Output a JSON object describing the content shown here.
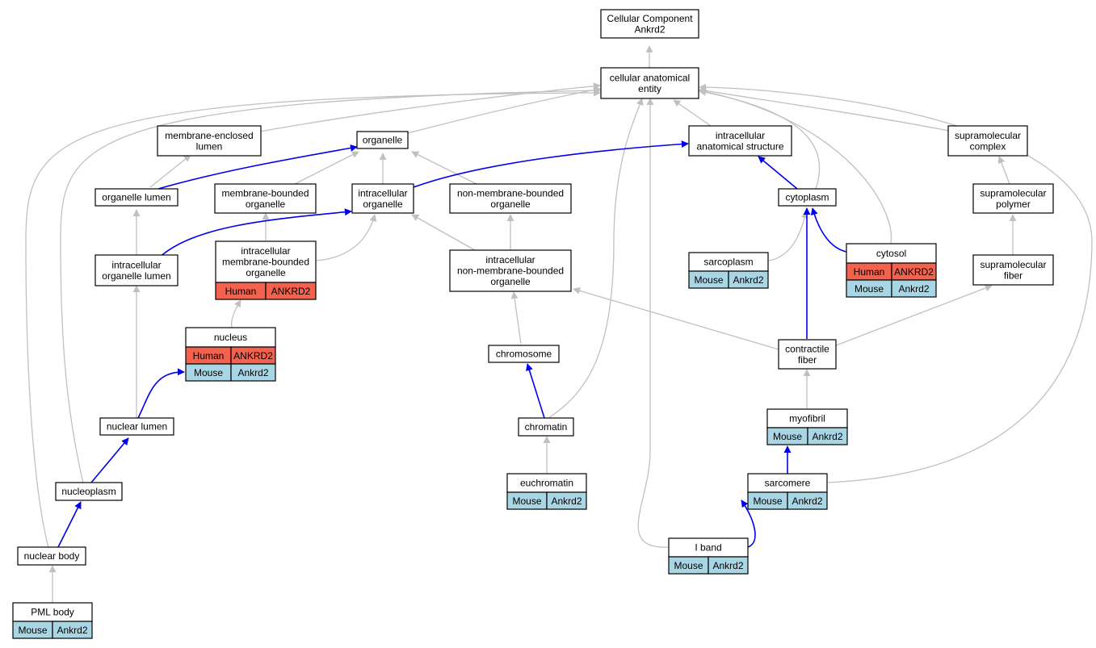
{
  "colors": {
    "human": "#f4614c",
    "mouse": "#a9d6e5",
    "edge_gray": "#c0c0c0",
    "edge_blue": "#0000ee"
  },
  "nodes": {
    "root": [
      "Cellular Component",
      "Ankrd2"
    ],
    "cae": [
      "cellular anatomical",
      "entity"
    ],
    "mel": [
      "membrane-enclosed",
      "lumen"
    ],
    "organelle": [
      "organelle"
    ],
    "ias": [
      "intracellular",
      "anatomical structure"
    ],
    "supcx": [
      "supramolecular",
      "complex"
    ],
    "orglumen": [
      "organelle lumen"
    ],
    "mbo": [
      "membrane-bounded",
      "organelle"
    ],
    "io": [
      "intracellular",
      "organelle"
    ],
    "nmbo": [
      "non-membrane-bounded",
      "organelle"
    ],
    "cytoplasm": [
      "cytoplasm"
    ],
    "suppoly": [
      "supramolecular",
      "polymer"
    ],
    "iol": [
      "intracellular",
      "organelle lumen"
    ],
    "imbo": [
      "intracellular",
      "membrane-bounded",
      "organelle"
    ],
    "inmbo": [
      "intracellular",
      "non-membrane-bounded",
      "organelle"
    ],
    "sarcoplasm": [
      "sarcoplasm"
    ],
    "cytosol": [
      "cytosol"
    ],
    "supfib": [
      "supramolecular",
      "fiber"
    ],
    "nucleus": [
      "nucleus"
    ],
    "chromosome": [
      "chromosome"
    ],
    "contractile": [
      "contractile",
      "fiber"
    ],
    "nuclumen": [
      "nuclear lumen"
    ],
    "chromatin": [
      "chromatin"
    ],
    "myofibril": [
      "myofibril"
    ],
    "nucleoplasm": [
      "nucleoplasm"
    ],
    "euchromatin": [
      "euchromatin"
    ],
    "sarcomere": [
      "sarcomere"
    ],
    "nucbody": [
      "nuclear body"
    ],
    "iband": [
      "I band"
    ],
    "pml": [
      "PML body"
    ]
  },
  "species_rows": {
    "imbo": [
      [
        "Human",
        "ANKRD2"
      ]
    ],
    "nucleus": [
      [
        "Human",
        "ANKRD2"
      ],
      [
        "Mouse",
        "Ankrd2"
      ]
    ],
    "cytosol": [
      [
        "Human",
        "ANKRD2"
      ],
      [
        "Mouse",
        "Ankrd2"
      ]
    ],
    "sarcoplasm": [
      [
        "Mouse",
        "Ankrd2"
      ]
    ],
    "myofibril": [
      [
        "Mouse",
        "Ankrd2"
      ]
    ],
    "euchromatin": [
      [
        "Mouse",
        "Ankrd2"
      ]
    ],
    "sarcomere": [
      [
        "Mouse",
        "Ankrd2"
      ]
    ],
    "iband": [
      [
        "Mouse",
        "Ankrd2"
      ]
    ],
    "pml": [
      [
        "Mouse",
        "Ankrd2"
      ]
    ]
  }
}
